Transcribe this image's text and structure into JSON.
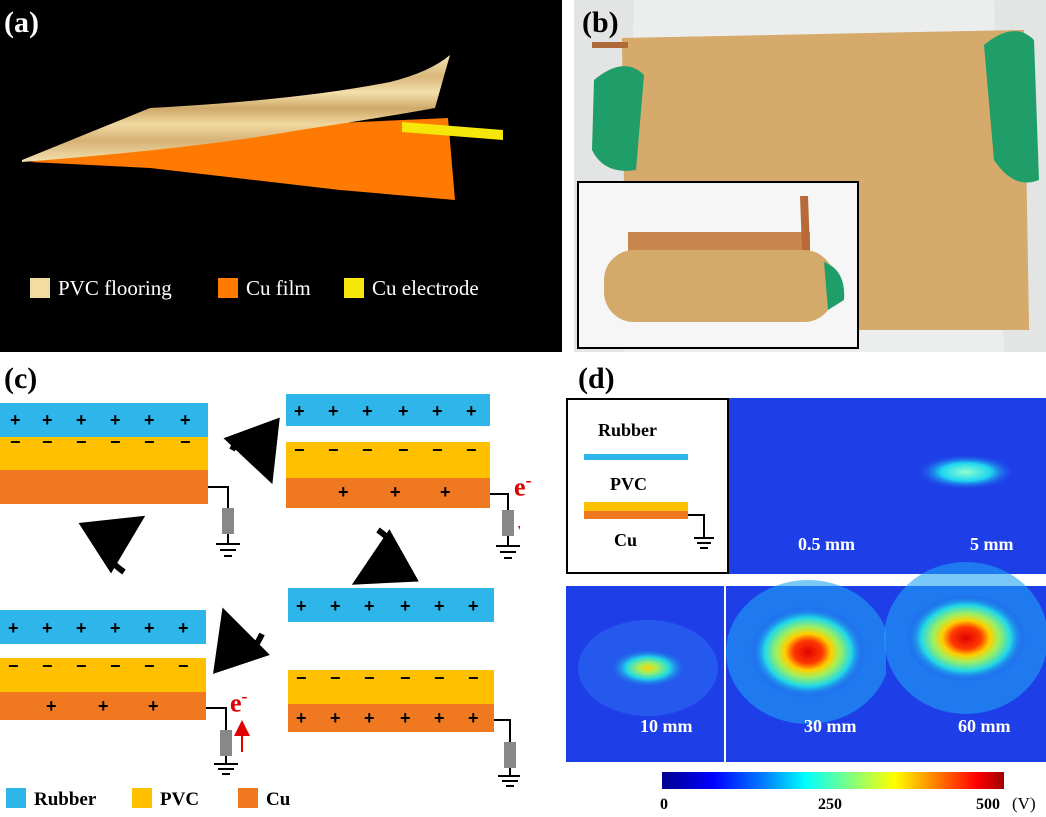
{
  "panels": {
    "a": {
      "label": "(a)",
      "legend": [
        {
          "text": "PVC flooring",
          "color": "#f2dca0"
        },
        {
          "text": "Cu film",
          "color": "#ff7a00"
        },
        {
          "text": "Cu electrode",
          "color": "#f5e70a"
        }
      ]
    },
    "b": {
      "label": "(b)"
    },
    "c": {
      "label": "(c)",
      "electron": "e",
      "electron_sup": "-",
      "legend": [
        {
          "text": "Rubber",
          "color": "#2eb6ea"
        },
        {
          "text": "PVC",
          "color": "#ffc000"
        },
        {
          "text": "Cu",
          "color": "#f07820"
        }
      ]
    },
    "d": {
      "label": "(d)",
      "schematic": {
        "rubber": "Rubber",
        "pvc": "PVC",
        "cu": "Cu"
      },
      "distances": [
        "0.5 mm",
        "5 mm",
        "10 mm",
        "30 mm",
        "60 mm"
      ],
      "colorbar": {
        "ticks": [
          "0",
          "250",
          "500"
        ],
        "unit": "(V)",
        "min": 0,
        "max": 500
      }
    }
  },
  "colors": {
    "rubber": "#2eb6ea",
    "pvc": "#ffc000",
    "cu": "#f07820",
    "sim_bg": "#1e3ee8",
    "arrow_red": "#e00000"
  }
}
